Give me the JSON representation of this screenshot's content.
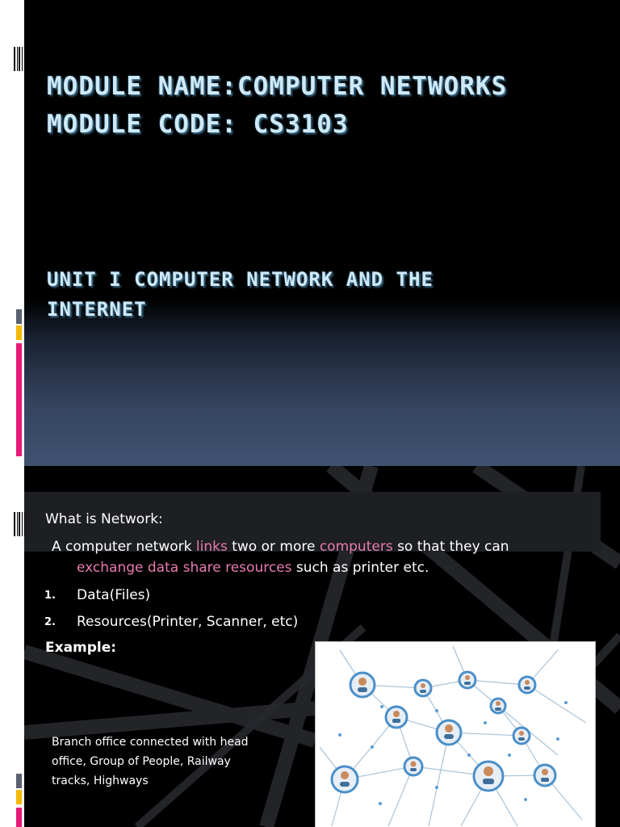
{
  "slide1": {
    "module_name_line": "MODULE NAME:COMPUTER NETWORKS",
    "module_code_line": "MODULE CODE: CS3103",
    "unit_line1": "UNIT I COMPUTER NETWORK AND THE",
    "unit_line2": "INTERNET"
  },
  "slide2": {
    "question": "What is Network:",
    "definition": {
      "p1": "A computer network ",
      "h1": "links",
      "p2": " two or more ",
      "h2": "computers",
      "p3": " so that they can",
      "h3": "exchange data share resources",
      "p4": " such as printer etc."
    },
    "list": [
      {
        "num": "1.",
        "text": "Data(Files)"
      },
      {
        "num": "2.",
        "text": "Resources(Printer, Scanner, etc)"
      }
    ],
    "example_label": "Example:",
    "examples_text": "Branch office connected with head office, Group of People, Railway tracks, Highways",
    "image_icon": "people-network-illustration"
  },
  "colors": {
    "title": "#cfe9f7",
    "highlight": "#e87bb0",
    "accent_pink": "#e8197a",
    "accent_yellow": "#f5b800"
  }
}
